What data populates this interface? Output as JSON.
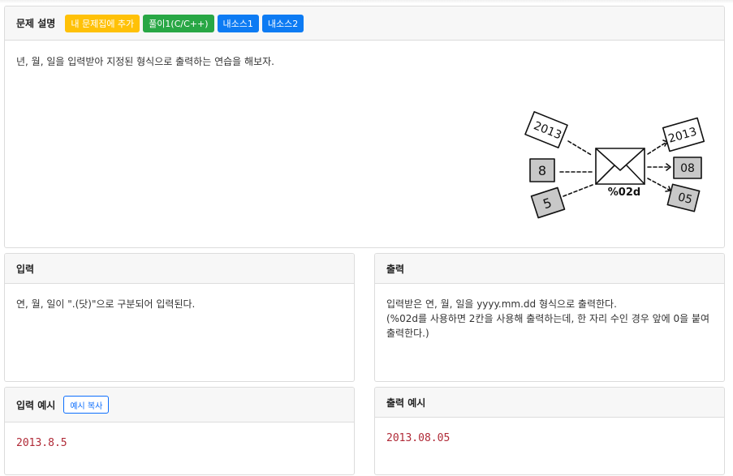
{
  "problem": {
    "title": "문제 설명",
    "buttons": {
      "add_to_my_problems": "내 문제집에 추가",
      "solution": "풀이1(C/C++)",
      "source1": "내소스1",
      "source2": "내소스2"
    },
    "description": "년, 월, 일을 입력받아 지정된 형식으로 출력하는 연습을 해보자.",
    "diagram": {
      "inputs": [
        "2013",
        "8",
        "5"
      ],
      "format": "%02d",
      "outputs": [
        "2013",
        "08",
        "05"
      ]
    }
  },
  "input": {
    "title": "입력",
    "text": "연, 월, 일이 \".(닷)\"으로 구분되어 입력된다."
  },
  "output": {
    "title": "출력",
    "line1": "입력받은 연, 월, 일을 yyyy.mm.dd 형식으로 출력한다.",
    "line2": "(%02d를 사용하면 2칸을 사용해 출력하는데, 한 자리 수인 경우 앞에 0을 붙여",
    "line3": "출력한다.)"
  },
  "input_example": {
    "title": "입력 예시",
    "copy_button": "예시 복사",
    "value": "2013.8.5"
  },
  "output_example": {
    "title": "출력 예시",
    "value": "2013.08.05"
  },
  "colors": {
    "yellow": "#ffc107",
    "green": "#28a745",
    "blue": "#0d7bf3",
    "code_red": "#b02a37"
  }
}
